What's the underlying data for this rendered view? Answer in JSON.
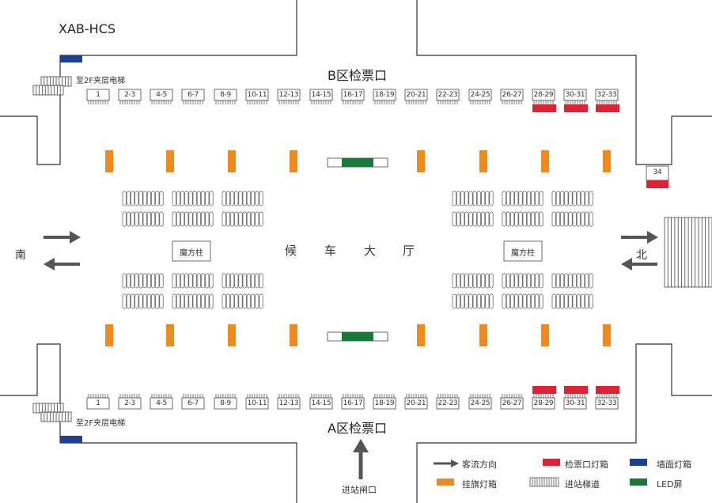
{
  "station_code": "XAB-HCS",
  "hall_name": "候车大厅",
  "hall_chars": [
    "候",
    "车",
    "大",
    "厅"
  ],
  "zone_b_title": "B区检票口",
  "zone_a_title": "A区检票口",
  "south_label": "南",
  "north_label": "北",
  "escalator_label": "至2F夹层电梯",
  "entrance_label": "进站闸口",
  "pillar_label": "魔方柱",
  "gate_labels": [
    "1",
    "2-3",
    "4-5",
    "6-7",
    "8-9",
    "10-11",
    "12-13",
    "14-15",
    "16-17",
    "18-19",
    "20-21",
    "22-23",
    "24-25",
    "26-27",
    "28-29",
    "30-31",
    "32-33"
  ],
  "gate_34_label": "34",
  "legend": {
    "flow": "客流方向",
    "gate_lightbox": "检票口灯箱",
    "wall_lightbox": "墙面灯箱",
    "flag_lightbox": "挂旗灯箱",
    "entry_stairs": "进站梯道",
    "led": "LED屏"
  },
  "colors": {
    "wall": "#333333",
    "flag_lightbox": "#f0891e",
    "gate_lightbox": "#e02237",
    "wall_lightbox": "#1d3f94",
    "led": "#1a7a3c",
    "arrow": "#555555"
  }
}
